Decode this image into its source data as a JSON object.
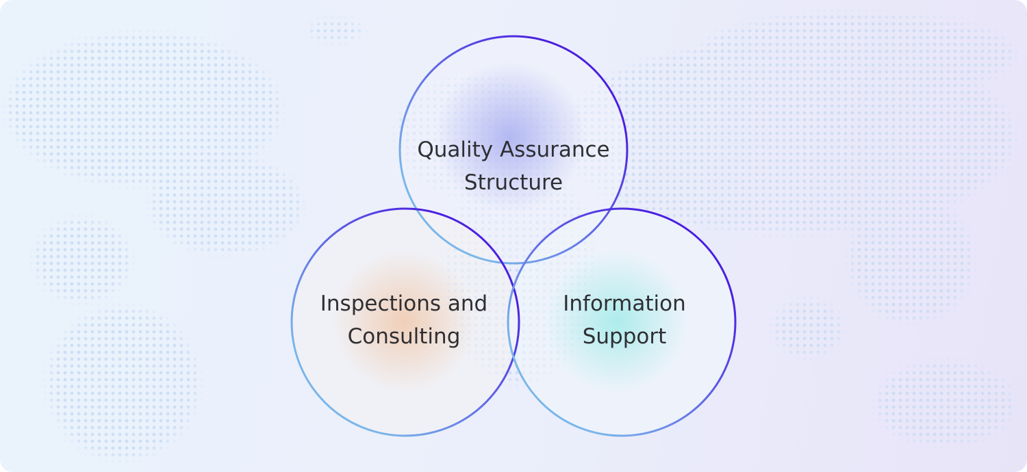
{
  "diagram": {
    "type": "venn",
    "circles": [
      {
        "id": "quality",
        "lines": [
          "Quality Assurance",
          "Structure"
        ],
        "glow": "#b9bdf3"
      },
      {
        "id": "inspections",
        "lines": [
          "Inspections and",
          "Consulting"
        ],
        "glow": "#f0d3c0"
      },
      {
        "id": "information",
        "lines": [
          "Information",
          "Support"
        ],
        "glow": "#b8ecec"
      }
    ],
    "colors": {
      "stroke_start": "#7ab6ea",
      "stroke_end": "#4a1fe0",
      "dots": "#c9dcf4"
    }
  }
}
